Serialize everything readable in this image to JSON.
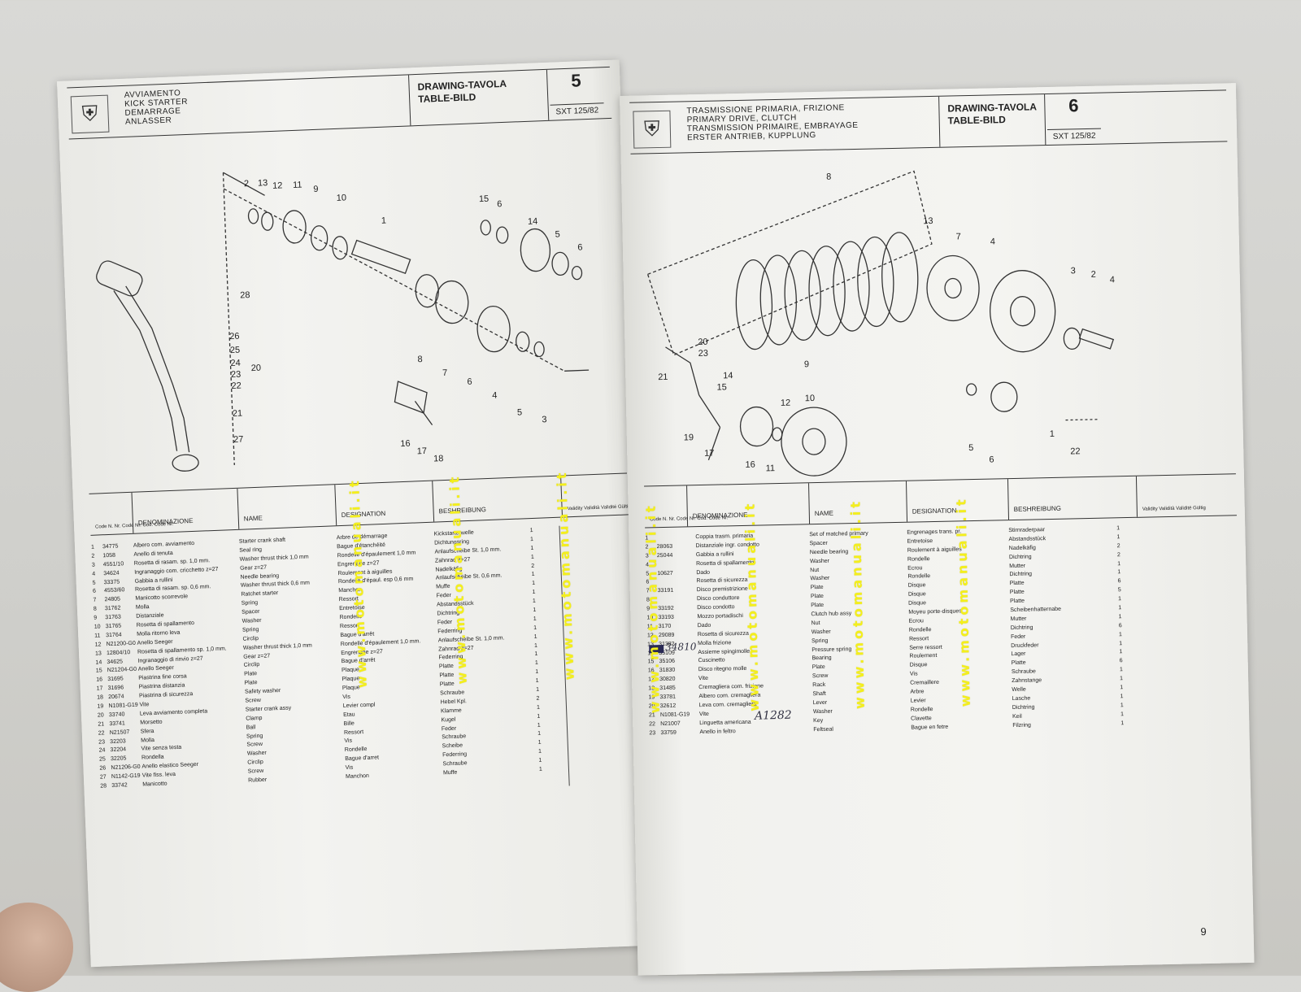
{
  "left_page": {
    "titles": [
      "AVVIAMENTO",
      "KICK STARTER",
      "DEMARRAGE",
      "ANLASSER"
    ],
    "drawing_label": [
      "DRAWING-TAVOLA",
      "TABLE-BILD"
    ],
    "drawing_number": "5",
    "model": "SXT 125/82",
    "columns": [
      "Code N. Nr. Code Nr. Cod. Code Nr.",
      "DENOMINAZIONE",
      "NAME",
      "DESIGNATION",
      "BESHREIBUNG",
      "Validity Validità Validité Gültig"
    ],
    "parts": [
      [
        "1",
        "34775",
        "Albero com. avviamento",
        "Starter crank shaft",
        "Arbre de démarrage",
        "Kickstarterwelle"
      ],
      [
        "2",
        "1058",
        "Anello di tenuta",
        "Seal ring",
        "Bague d'étanchéité",
        "Dichtungsring"
      ],
      [
        "3",
        "4551/10",
        "Rosetta di rasam. sp. 1,0 mm.",
        "Washer thrust thick 1,0 mm",
        "Rondelle d'épaulement 1,0 mm",
        "Anlaufscheibe St. 1,0 mm."
      ],
      [
        "4",
        "34624",
        "Ingranaggio com. cricchetto z=27",
        "Gear z=27",
        "Engrenage z=27",
        "Zahnrad z=27"
      ],
      [
        "5",
        "33375",
        "Gabbia a rullini",
        "Needle bearing",
        "Roulement à aiguilles",
        "Nadelkäfig"
      ],
      [
        "6",
        "4553/60",
        "Rosetta di rasam. sp. 0,6 mm.",
        "Washer thrust thick 0,6 mm",
        "Rondelle d'épaul. esp 0,6 mm",
        "Anlaufscheibe St. 0,6 mm."
      ],
      [
        "7",
        "24805",
        "Manicotto scorrevole",
        "Ratchet starter",
        "Manchon",
        "Muffe"
      ],
      [
        "8",
        "31762",
        "Molla",
        "Spring",
        "Ressort",
        "Feder"
      ],
      [
        "9",
        "31763",
        "Distanziale",
        "Spacer",
        "Entretoise",
        "Abstandsstück"
      ],
      [
        "10",
        "31765",
        "Rosetta di spallamento",
        "Washer",
        "Rondelle",
        "Dichtring"
      ],
      [
        "11",
        "31764",
        "Molla ritorno leva",
        "Spring",
        "Ressort",
        "Feder"
      ],
      [
        "12",
        "N21200-G0",
        "Anello Seeger",
        "Circlip",
        "Bague d'arrêt",
        "Federring"
      ],
      [
        "13",
        "12804/10",
        "Rosetta di spallamento sp. 1,0 mm.",
        "Washer thrust thick 1,0 mm",
        "Rondelle d'épaulement 1,0 mm.",
        "Anlaufscheibe St. 1,0 mm."
      ],
      [
        "14",
        "34625",
        "Ingranaggio di rinvio z=27",
        "Gear z=27",
        "Engrenage z=27",
        "Zahnrad z=27"
      ],
      [
        "15",
        "N21204-G0",
        "Anello Seeger",
        "Circlip",
        "Bague d'arrêt",
        "Federring"
      ],
      [
        "16",
        "31695",
        "Piastrina fine corsa",
        "Plate",
        "Plaque",
        "Platte"
      ],
      [
        "17",
        "31696",
        "Piastrina distanzia",
        "Plate",
        "Plaque",
        "Platte"
      ],
      [
        "18",
        "20674",
        "Piastrina di sicurezza",
        "Safety washer",
        "Plaque",
        "Platte"
      ],
      [
        "19",
        "N1081-G19",
        "Vite",
        "Screw",
        "Vis",
        "Schraube"
      ],
      [
        "20",
        "33740",
        "Leva avviamento completa",
        "Starter crank assy",
        "Levier compl",
        "Hebel Kpl."
      ],
      [
        "21",
        "33741",
        "Morsetto",
        "Clamp",
        "Etau",
        "Klamme"
      ],
      [
        "22",
        "N21507",
        "Sfera",
        "Ball",
        "Bille",
        "Kugel"
      ],
      [
        "23",
        "32203",
        "Molla",
        "Spring",
        "Ressort",
        "Feder"
      ],
      [
        "24",
        "32204",
        "Vite senza testa",
        "Screw",
        "Vis",
        "Schraube"
      ],
      [
        "25",
        "32205",
        "Rondella",
        "Washer",
        "Rondelle",
        "Scheibe"
      ],
      [
        "26",
        "N21206-G0",
        "Anello elastico Seeger",
        "Circlip",
        "Bague d'arret",
        "Federring"
      ],
      [
        "27",
        "N1142-G19",
        "Vite fiss. leva",
        "Screw",
        "Vis",
        "Schraube"
      ],
      [
        "28",
        "33742",
        "Manicotto",
        "Rubber",
        "Manchon",
        "Muffe"
      ]
    ],
    "validity_marks": [
      "1",
      "1",
      "1",
      "1",
      "2",
      "1",
      "1",
      "1",
      "1",
      "1",
      "1",
      "1",
      "1",
      "1",
      "1",
      "1",
      "1",
      "1",
      "1",
      "2",
      "1",
      "1",
      "1",
      "1",
      "1",
      "1",
      "1",
      "1"
    ],
    "diagram_labels": [
      "2",
      "13",
      "12",
      "11",
      "9",
      "10",
      "1",
      "15",
      "6",
      "14",
      "5",
      "6",
      "28",
      "26",
      "25",
      "24",
      "23",
      "22",
      "20",
      "21",
      "27",
      "8",
      "7",
      "6",
      "4",
      "5",
      "3",
      "16",
      "17",
      "18"
    ]
  },
  "right_page": {
    "titles": [
      "TRASMISSIONE PRIMARIA, FRIZIONE",
      "PRIMARY DRIVE, CLUTCH",
      "TRANSMISSION PRIMAIRE, EMBRAYAGE",
      "ERSTER ANTRIEB, KUPPLUNG"
    ],
    "drawing_label": [
      "DRAWING-TAVOLA",
      "TABLE-BILD"
    ],
    "drawing_number": "6",
    "model": "SXT 125/82",
    "columns": [
      "Code N. Nr. Code Nr. Cod. Code Nr.",
      "DENOMINAZIONE",
      "NAME",
      "DESIGNATION",
      "BESHREIBUNG",
      "Validity Validità Validité Gültig"
    ],
    "parts": [
      [
        "1",
        "",
        "Coppia trasm. primaria",
        "Set of matched primary",
        "Engrenages trans. pr.",
        "Stirnraderpaar"
      ],
      [
        "2",
        "28063",
        "Distanziale ingr. condotto",
        "Spacer",
        "Entretoise",
        "Abstandsstück"
      ],
      [
        "3",
        "25044",
        "Gabbia a rullini",
        "Needle bearing",
        "Roulement à aiguilles",
        "Nadelkäfig"
      ],
      [
        "4",
        "",
        "Rosetta di spallamento",
        "Washer",
        "Rondelle",
        "Dichtring"
      ],
      [
        "5",
        "10627",
        "Dado",
        "Nut",
        "Ecrou",
        "Mutter"
      ],
      [
        "6",
        "",
        "Rosetta di sicurezza",
        "Washer",
        "Rondelle",
        "Dichtring"
      ],
      [
        "7",
        "33191",
        "Disco premistrizione",
        "Plate",
        "Disque",
        "Platte"
      ],
      [
        "8",
        "",
        "Disco conduttore",
        "Plate",
        "Disque",
        "Platte"
      ],
      [
        "9",
        "33192",
        "Disco condotto",
        "Plate",
        "Disque",
        "Platte"
      ],
      [
        "10",
        "33193",
        "Mozzo portadischi",
        "Clutch hub assy",
        "Moyeu porte-disques",
        "Scheibenhatternabe"
      ],
      [
        "11",
        "3170",
        "Dado",
        "Nut",
        "Ecrou",
        "Mutter"
      ],
      [
        "12",
        "29089",
        "Rosetta di sicurezza",
        "Washer",
        "Rondelle",
        "Dichtring"
      ],
      [
        "13",
        "31382",
        "Molla frizione",
        "Spring",
        "Ressort",
        "Feder"
      ],
      [
        "14",
        "35109",
        "Assieme spingimolle",
        "Pressure spring",
        "Serre ressort",
        "Druckfeder"
      ],
      [
        "15",
        "35106",
        "Cuscinetto",
        "Bearing",
        "Roulement",
        "Lager"
      ],
      [
        "16",
        "31830",
        "Disco ritegno molle",
        "Plate",
        "Disque",
        "Platte"
      ],
      [
        "17",
        "30820",
        "Vite",
        "Screw",
        "Vis",
        "Schraube"
      ],
      [
        "18",
        "31485",
        "Cremagliera com. frizione",
        "Rack",
        "Cremaillere",
        "Zahnstange"
      ],
      [
        "19",
        "33781",
        "Albero com. cremagliera",
        "Shaft",
        "Arbre",
        "Welle"
      ],
      [
        "20",
        "32612",
        "Leva com. cremagliera",
        "Lever",
        "Levier",
        "Lasche"
      ],
      [
        "21",
        "N1081-G19",
        "Vite",
        "Washer",
        "Rondelle",
        "Dichtring"
      ],
      [
        "22",
        "N21007",
        "Linguetta americana",
        "Key",
        "Clavette",
        "Keil"
      ],
      [
        "23",
        "33759",
        "Anello in feltro",
        "Feltseal",
        "Bague en fetre",
        "Filzring"
      ]
    ],
    "validity_marks": [
      "1",
      "1",
      "2",
      "2",
      "1",
      "1",
      "6",
      "5",
      "1",
      "1",
      "1",
      "6",
      "1",
      "1",
      "1",
      "6",
      "1",
      "1",
      "1",
      "1",
      "1",
      "1",
      "1"
    ],
    "handwritten_code": "34810",
    "handwritten_note": "A1282",
    "diagram_labels": [
      "8",
      "13",
      "7",
      "4",
      "3",
      "2",
      "4",
      "20",
      "23",
      "21",
      "9",
      "14",
      "15",
      "12",
      "10",
      "19",
      "17",
      "16",
      "11",
      "1",
      "5",
      "6",
      "22"
    ],
    "page_number": "9"
  },
  "watermark": "www.motomanuali.it"
}
